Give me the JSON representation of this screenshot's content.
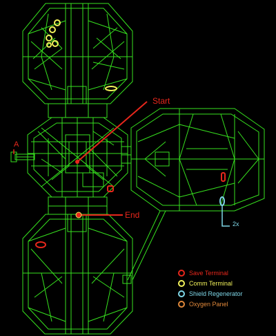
{
  "map": {
    "labels": {
      "start": "Start",
      "end": "End",
      "a": "A",
      "multiplier": "2x"
    }
  },
  "legend": {
    "items": [
      {
        "label": "Save Terminal",
        "color": "#e8271c",
        "icon": "save-terminal-icon"
      },
      {
        "label": "Comm Terminal",
        "color": "#f2f25a",
        "icon": "comm-terminal-icon"
      },
      {
        "label": "Shield Regenerator",
        "color": "#7fd7e8",
        "icon": "shield-regenerator-icon"
      },
      {
        "label": "Oxygen Panel",
        "color": "#e0883a",
        "icon": "oxygen-panel-icon"
      }
    ]
  },
  "colors": {
    "wire": "#37e21f",
    "wire_dim": "#1f8a12",
    "background": "#000000",
    "marker_red": "#e8271c",
    "marker_yellow": "#f2f25a",
    "marker_cyan": "#7fd7e8"
  }
}
